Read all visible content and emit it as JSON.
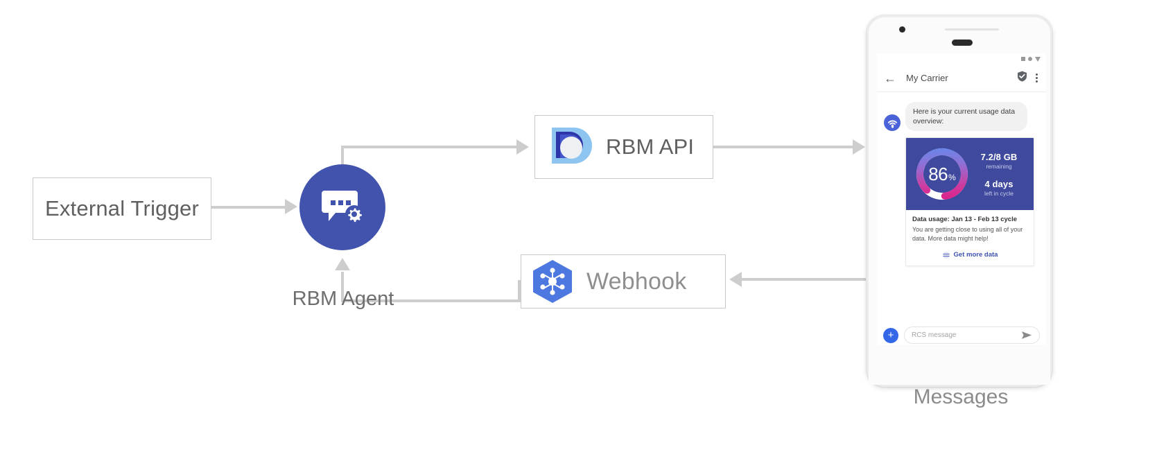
{
  "diagram": {
    "external_trigger": {
      "label": "External Trigger"
    },
    "rbm_agent": {
      "label": "RBM Agent",
      "icon": "chat-gear-icon"
    },
    "rbm_api": {
      "label": "RBM API",
      "icon": "rbm-api-droplet-icon"
    },
    "webhook": {
      "label": "Webhook",
      "icon": "webhook-hexagon-icon"
    },
    "messages_label": "Messages",
    "connector_color": "#cdcdcd",
    "box_border_color": "#c8c8c8"
  },
  "phone": {
    "status_bar": {
      "icons": [
        "square-icon",
        "circle-icon",
        "triangle-down-icon"
      ]
    },
    "app_bar": {
      "back_icon": "back-arrow-icon",
      "title": "My Carrier",
      "verified_icon": "verified-shield-icon",
      "overflow_icon": "overflow-menu-icon"
    },
    "conversation": {
      "avatar_icon": "rcs-brand-avatar-icon",
      "incoming_message": "Here is your current usage data overview:"
    },
    "rich_card": {
      "gauge": {
        "percent_value": "86",
        "percent_unit": "%",
        "percent_number": 86,
        "track_color": "#ffffff",
        "gradient_start": "#5b8def",
        "gradient_mid": "#9b6ad0",
        "gradient_end": "#e01f8b",
        "card_background": "#3f4a9e"
      },
      "stats": [
        {
          "main": "7.2/8 GB",
          "sub": "remaining"
        },
        {
          "main": "4 days",
          "sub": "left in cycle"
        }
      ],
      "title": "Data usage: Jan 13 - Feb 13 cycle",
      "description_line1": "You are getting close to using all of your data.",
      "description_line2": "More data might help!",
      "action": {
        "icon": "globe-icon",
        "label": "Get more data",
        "color": "#3f51b5"
      }
    },
    "compose": {
      "plus_icon": "plus-icon",
      "placeholder": "RCS message",
      "value": "",
      "send_icon": "send-icon"
    },
    "nav_bar": {
      "icons": [
        "nav-back-icon",
        "nav-home-icon",
        "nav-recents-icon"
      ]
    }
  }
}
